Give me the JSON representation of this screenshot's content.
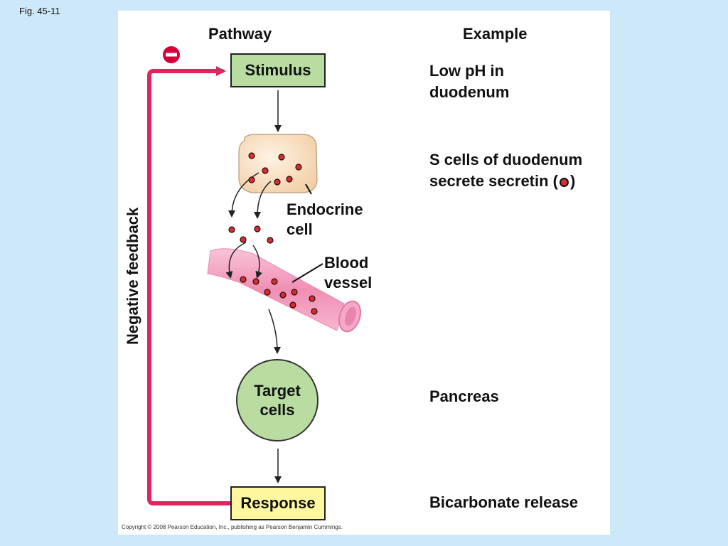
{
  "figure_label": "Fig. 45-11",
  "headings": {
    "pathway": "Pathway",
    "example": "Example"
  },
  "pathway": {
    "stimulus": "Stimulus",
    "endocrine_cell": [
      "Endocrine",
      "cell"
    ],
    "blood_vessel": [
      "Blood",
      "vessel"
    ],
    "target_cells": [
      "Target",
      "cells"
    ],
    "response": "Response"
  },
  "examples": {
    "stimulus": [
      "Low pH in",
      "duodenum"
    ],
    "secretion_line1": "S cells of duodenum",
    "secretion_line2_prefix": "secrete secretin (",
    "secretion_line2_suffix": ")",
    "target": "Pancreas",
    "response": "Bicarbonate release"
  },
  "feedback_label": "Negative feedback",
  "copyright": "Copyright © 2008 Pearson Education, Inc., publishing as Pearson Benjamin Cummings.",
  "colors": {
    "background": "#cde8f9",
    "feedback_loop": "#e0245e",
    "stimulus_box": "#b9dca0",
    "response_box": "#fff7a0",
    "target_cell": "#b9dca0",
    "endocrine_cell": "#f8dcc0",
    "blood_vessel": "#f2a6c4",
    "hormone": "#d42f2f"
  }
}
